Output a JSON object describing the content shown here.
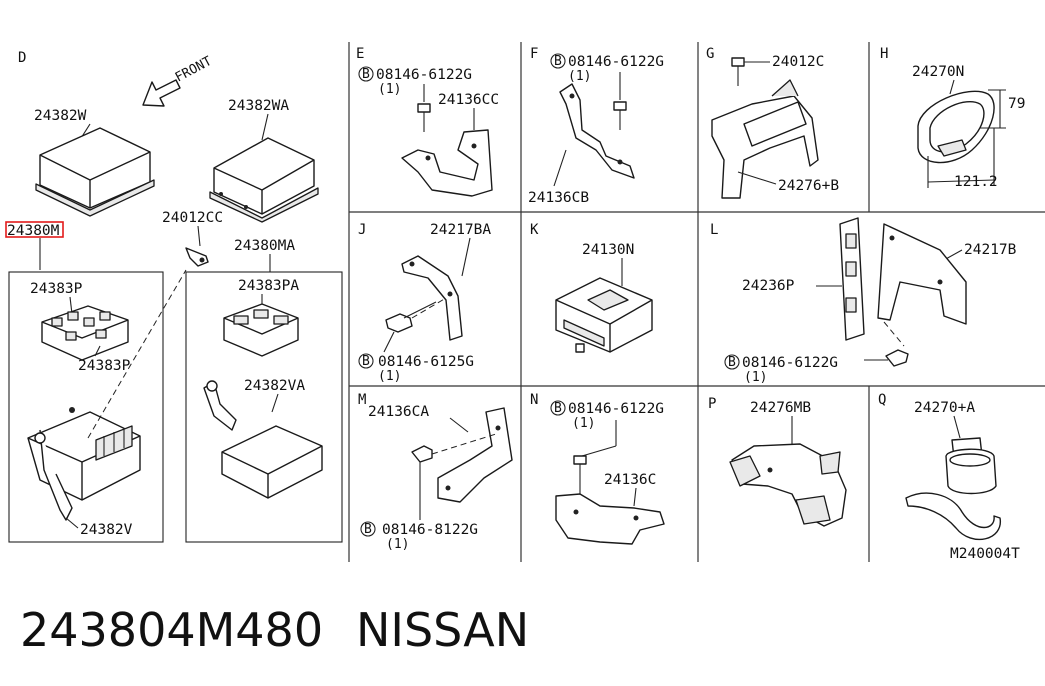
{
  "sections": {
    "D": "D",
    "E": "E",
    "F": "F",
    "G": "G",
    "H": "H",
    "J": "J",
    "K": "K",
    "L": "L",
    "M": "M",
    "N": "N",
    "P": "P",
    "Q": "Q"
  },
  "D": {
    "front_label": "FRONT",
    "p_24382W": "24382W",
    "p_24382WA": "24382WA",
    "p_24380M": "24380M",
    "p_24012CC": "24012CC",
    "p_24380MA": "24380MA",
    "p_24383P_a": "24383P",
    "p_24383P_b": "24383P",
    "p_24383PA": "24383PA",
    "p_24382VA": "24382VA",
    "p_24382V": "24382V"
  },
  "E": {
    "bolt": "08146-6122G",
    "qty": "(1)",
    "part": "24136CC"
  },
  "F": {
    "bolt": "08146-6122G",
    "qty": "(1)",
    "part": "24136CB"
  },
  "G": {
    "part_a": "24012C",
    "part_b": "24276+B"
  },
  "H": {
    "part": "24270N",
    "dim_h": "79",
    "dim_w": "121.2"
  },
  "J": {
    "part": "24217BA",
    "bolt": "08146-6125G",
    "qty": "(1)"
  },
  "K": {
    "part": "24130N"
  },
  "L": {
    "part_a": "24236P",
    "part_b": "24217B",
    "bolt": "08146-6122G",
    "qty": "(1)"
  },
  "M": {
    "part": "24136CA",
    "bolt": "08146-8122G",
    "qty": "(1)"
  },
  "N": {
    "bolt": "08146-6122G",
    "qty": "(1)",
    "part": "24136C"
  },
  "P": {
    "part": "24276MB"
  },
  "Q": {
    "part": "24270+A"
  },
  "drawing_code": "M240004T",
  "bolt_symbol": "B",
  "footer": {
    "part_number": "243804M480",
    "brand": "NISSAN"
  },
  "highlight_color": "#e21b1b"
}
